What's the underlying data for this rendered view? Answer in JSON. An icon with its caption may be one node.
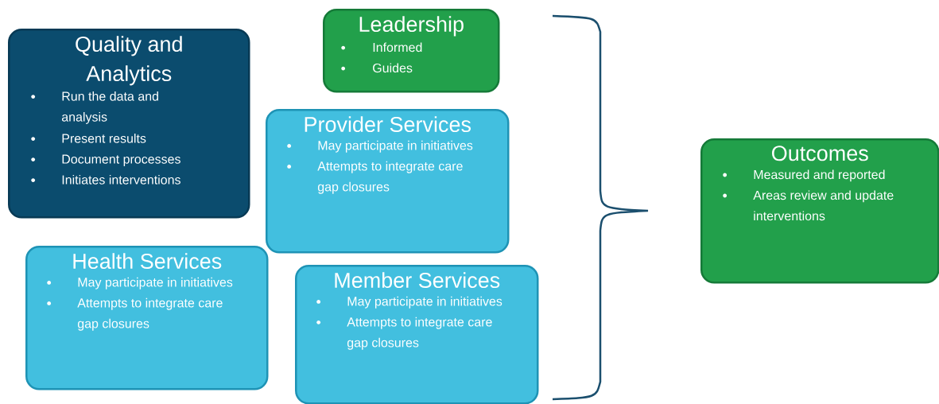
{
  "diagram": {
    "nodes": [
      {
        "text": [
          "Quality and Analytics",
          "Run the data and analysis",
          "Present results",
          "Document processes",
          "Initiates interventions"
        ]
      },
      {
        "text": [
          "Leadership",
          "Informed",
          "Guides"
        ]
      },
      {
        "text": [
          "Provider Services",
          "May participate in initiatives",
          "Attempts to integrate care gap closures"
        ]
      },
      {
        "text": [
          "Health Services",
          "May participate in initiatives",
          "Attempts to integrate care gap closures"
        ]
      },
      {
        "text": [
          "Member Services",
          "May participate in initiatives",
          "Attempts to integrate care gap closures"
        ]
      },
      {
        "text": [
          "Outcomes",
          "Measured and reported",
          "Areas review and update interventions"
        ]
      }
    ]
  }
}
